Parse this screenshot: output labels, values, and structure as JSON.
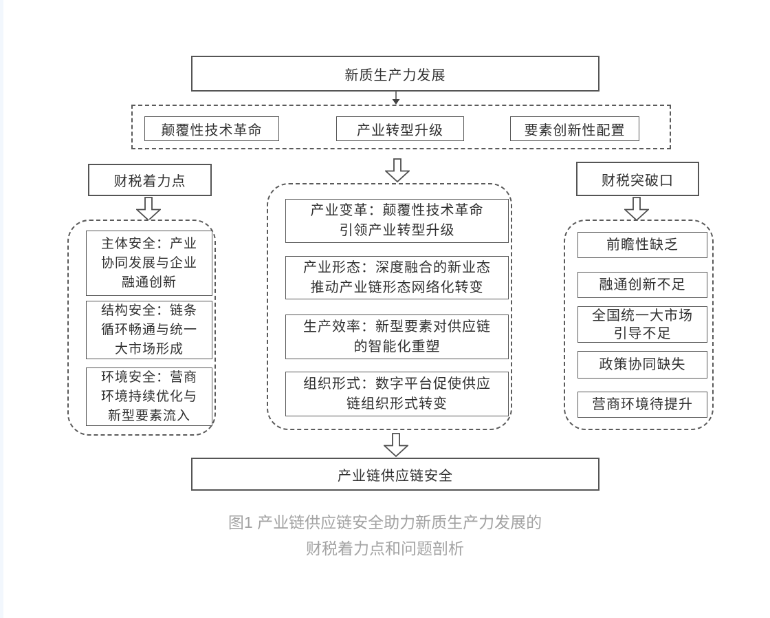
{
  "figure": {
    "top_box": "新质生产力发展",
    "drivers": [
      "颠覆性技术革命",
      "产业转型升级",
      "要素创新性配置"
    ],
    "left": {
      "header": "财税着力点",
      "items": [
        "主体安全：产业\n协同发展与企业\n融通创新",
        "结构安全：链条\n循环畅通与统一\n大市场形成",
        "环境安全：营商\n环境持续优化与\n新型要素流入"
      ]
    },
    "center": {
      "items": [
        "产业变革：颠覆性技术革命\n引领产业转型升级",
        "产业形态：深度融合的新业态\n推动产业链形态网络化转变",
        "生产效率：新型要素对供应链\n的智能化重塑",
        "组织形式：数字平台促使供应\n链组织形式转变"
      ]
    },
    "right": {
      "header": "财税突破口",
      "items": [
        "前瞻性缺乏",
        "融通创新不足",
        "全国统一大市场\n引导不足",
        "政策协同缺失",
        "营商环境待提升"
      ]
    },
    "bottom_box": "产业链供应链安全",
    "caption": {
      "line1": "图1 产业链供应链安全助力新质生产力发展的",
      "line2": "财税着力点和问题剖析"
    }
  },
  "colors": {
    "background": "#ffffff",
    "box_border": "#555555",
    "dashed_border": "#5a5a5a",
    "box_text": "#303030",
    "caption_text": "#a3a3a3",
    "left_edge_strip": "#f2f7fd"
  }
}
